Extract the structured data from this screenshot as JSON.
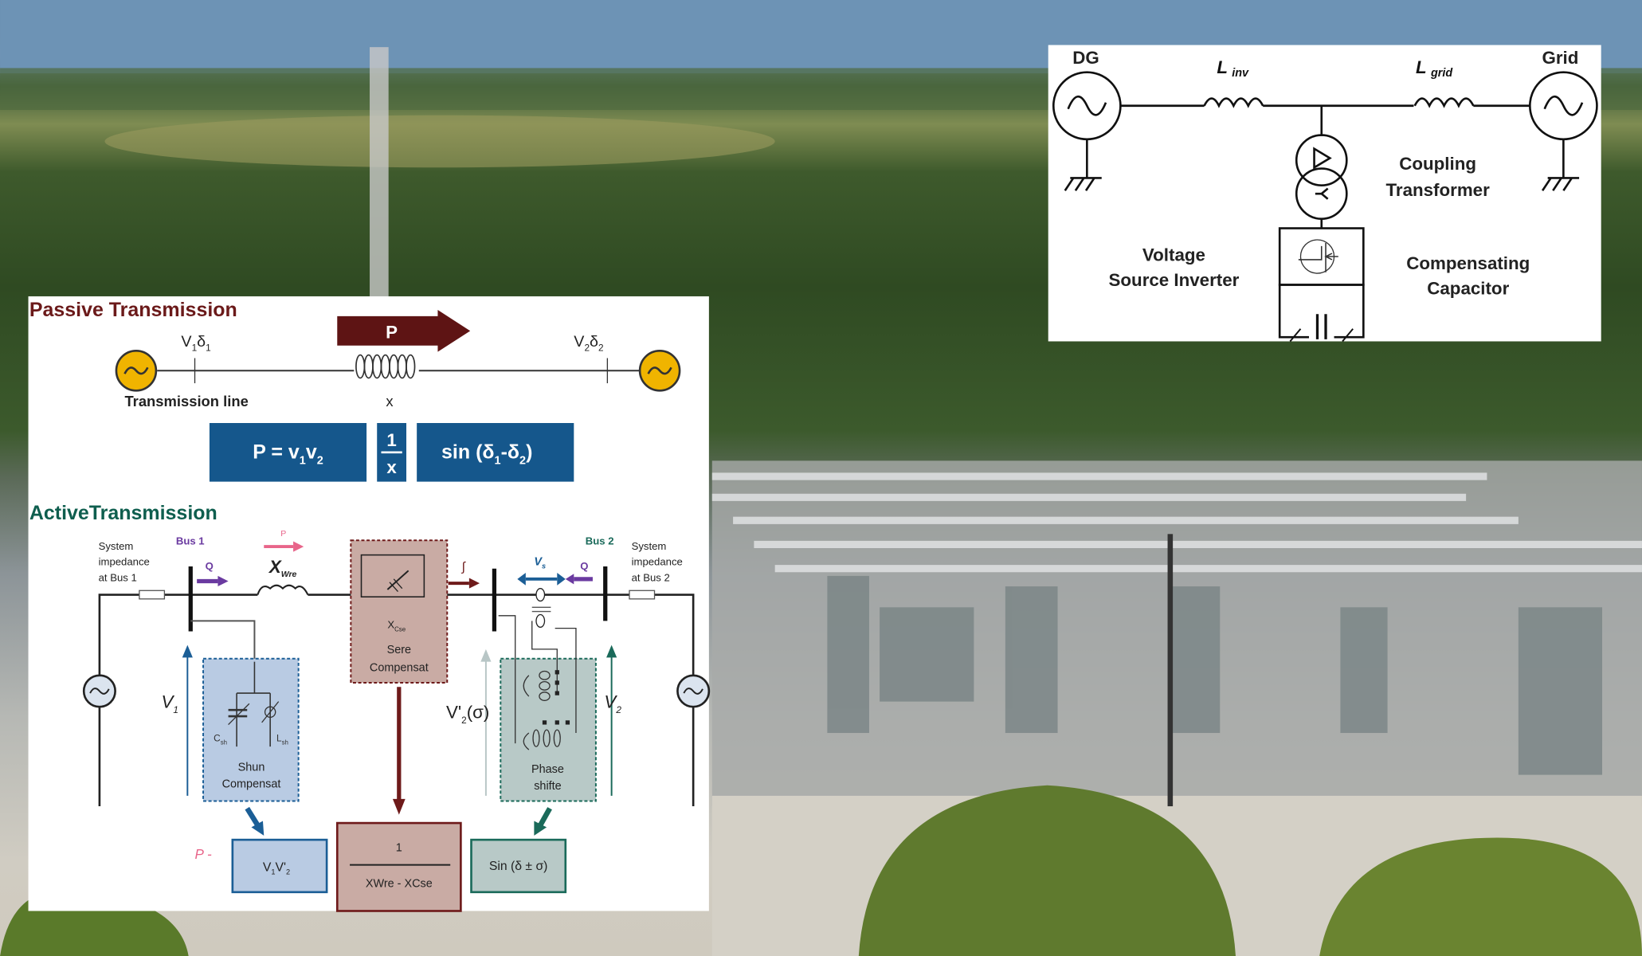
{
  "passive": {
    "title": "Passive Transmission",
    "p_arrow": "P",
    "v1": {
      "a": "V",
      "s1": "1",
      "b": "δ",
      "s2": "1"
    },
    "v2": {
      "a": "V",
      "s1": "2",
      "b": "δ",
      "s2": "2"
    },
    "line_label": "Transmission line",
    "x_label": "x",
    "eq1": {
      "a": "P = v",
      "s1": "1",
      "b": "v",
      "s2": "2"
    },
    "eq2_num": "1",
    "eq2_den": "x",
    "eq3": {
      "a": "sin (δ",
      "s1": "1",
      "b": "-δ",
      "s2": "2",
      "c": ")"
    },
    "colors": {
      "title": "#6b1a1a",
      "arrow": "#5e1414",
      "source": "#f0b400",
      "box": "#15578c"
    }
  },
  "active": {
    "title": "ActiveTransmission",
    "sys_imp_1": [
      "System",
      "impedance",
      "at Bus 1"
    ],
    "sys_imp_2": [
      "System",
      "impedance",
      "at Bus 2"
    ],
    "bus1": "Bus 1",
    "bus2": "Bus 2",
    "q1": "Q",
    "q2": "Q",
    "p_small": "P",
    "xwre": {
      "a": "X",
      "s": "Wre"
    },
    "vs": {
      "a": "V",
      "s": "s"
    },
    "delta_mark": "∫",
    "series": {
      "x": {
        "a": "X",
        "s": "Cse"
      },
      "l1": "Sere",
      "l2": "Compensat"
    },
    "shunt": {
      "csh": {
        "a": "C",
        "s": "sh"
      },
      "lsh": {
        "a": "L",
        "s": "sh"
      },
      "l1": "Shun",
      "l2": "Compensat"
    },
    "phase": {
      "l1": "Phase",
      "l2": "shifte"
    },
    "v1": {
      "a": "V",
      "s": "1"
    },
    "v2": {
      "a": "V",
      "s": "2"
    },
    "v2s": {
      "a": "V'",
      "s": "2",
      "b": "(σ)"
    },
    "p_eq": "P  -",
    "box1": {
      "a": "V",
      "s1": "1",
      "b": "V'",
      "s2": "2"
    },
    "box2_num": "1",
    "box2_den": "XWre - XCse",
    "box3": "Sin (δ ± σ)",
    "colors": {
      "title": "#0e5e4e",
      "blue": "#1b5e96",
      "series": "#6e1a1a",
      "teal": "#1a6a5a",
      "pink": "#e8658a",
      "purple": "#6a3aa0"
    }
  },
  "statcom": {
    "dg": "DG",
    "grid": "Grid",
    "l_inv": {
      "a": "L",
      "s": "inv"
    },
    "l_grid": {
      "a": "L",
      "s": "grid"
    },
    "coupling": [
      "Coupling",
      "Transformer"
    ],
    "vsi": [
      "Voltage",
      "Source Inverter"
    ],
    "cap": [
      "Compensating",
      "Capacitor"
    ]
  }
}
